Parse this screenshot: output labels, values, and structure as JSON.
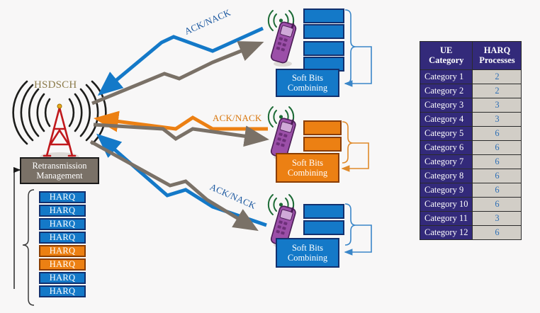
{
  "background": "#f8f7f7",
  "colors": {
    "blue": "#1479c8",
    "blue_border": "#12306e",
    "orange": "#ec8013",
    "orange_border": "#8a3d00",
    "gray_arrow": "#7a7167",
    "ack_blue": "#17559e",
    "ack_orange": "#d8760c",
    "table_header": "#332a7a",
    "table_value_bg": "#d2cec7",
    "table_value_text": "#2f6fb5",
    "hsdsch_label": "#8c7b4a",
    "tower_red": "#c0181c"
  },
  "network": {
    "base_station_label": "HSDSCH",
    "base_station_icon": "cell-tower-icon",
    "retransmission_box": "Retransmission Management",
    "harq_stack": [
      {
        "label": "HARQ",
        "color": "blue"
      },
      {
        "label": "HARQ",
        "color": "blue"
      },
      {
        "label": "HARQ",
        "color": "blue"
      },
      {
        "label": "HARQ",
        "color": "blue"
      },
      {
        "label": "HARQ",
        "color": "orange"
      },
      {
        "label": "HARQ",
        "color": "orange"
      },
      {
        "label": "HARQ",
        "color": "blue"
      },
      {
        "label": "HARQ",
        "color": "blue"
      }
    ]
  },
  "links": [
    {
      "id": "link-top",
      "feedback_label": "ACK/NACK",
      "feedback_color": "blue",
      "downlink_color": "gray"
    },
    {
      "id": "link-middle",
      "feedback_label": "ACK/NACK",
      "feedback_color": "orange",
      "downlink_color": "gray"
    },
    {
      "id": "link-bottom",
      "feedback_label": "ACK/NACK",
      "feedback_color": "blue",
      "downlink_color": "gray"
    }
  ],
  "terminals": [
    {
      "id": "ue-top",
      "icon": "mobile-phone-icon",
      "process_bar_count": 4,
      "process_bar_color": "blue",
      "soft_bits_label": "Soft Bits Combining"
    },
    {
      "id": "ue-middle",
      "icon": "mobile-phone-icon",
      "process_bar_count": 2,
      "process_bar_color": "orange",
      "soft_bits_label": "Soft Bits Combining"
    },
    {
      "id": "ue-bottom",
      "icon": "mobile-phone-icon",
      "process_bar_count": 2,
      "process_bar_color": "blue",
      "soft_bits_label": "Soft Bits Combining"
    }
  ],
  "table": {
    "headers": [
      "UE Category",
      "HARQ Processes"
    ],
    "header_lines": [
      [
        "UE",
        "Category"
      ],
      [
        "HARQ",
        "Processes"
      ]
    ],
    "rows": [
      {
        "category": "Category 1",
        "processes": "2"
      },
      {
        "category": "Category 2",
        "processes": "2"
      },
      {
        "category": "Category 3",
        "processes": "3"
      },
      {
        "category": "Category 4",
        "processes": "3"
      },
      {
        "category": "Category 5",
        "processes": "6"
      },
      {
        "category": "Category 6",
        "processes": "6"
      },
      {
        "category": "Category 7",
        "processes": "6"
      },
      {
        "category": "Category 8",
        "processes": "6"
      },
      {
        "category": "Category 9",
        "processes": "6"
      },
      {
        "category": "Category 10",
        "processes": "6"
      },
      {
        "category": "Category 11",
        "processes": "3"
      },
      {
        "category": "Category 12",
        "processes": "6"
      }
    ]
  }
}
